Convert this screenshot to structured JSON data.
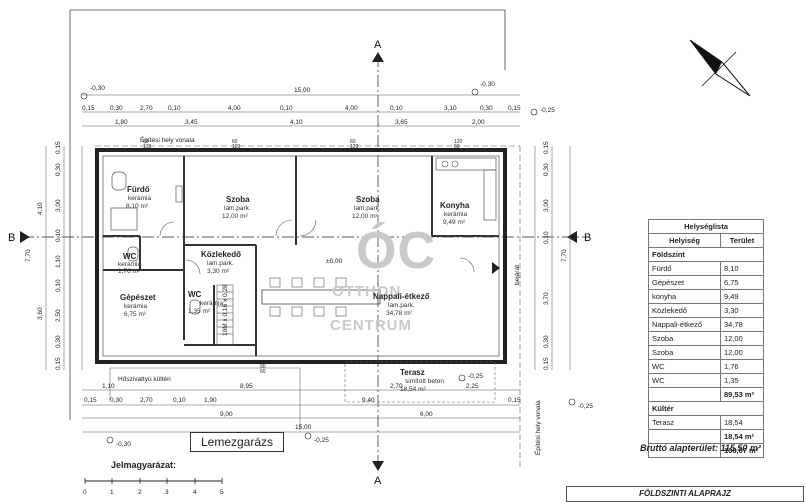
{
  "plan": {
    "building_line_top": "Építési hely vonala",
    "building_line_right": "Építési hely vonala",
    "axis_a": "A",
    "axis_b": "B",
    "watermark_top": "OTTHON",
    "watermark_bottom": "CENTRUM",
    "watermark_mark": "ÓC",
    "entrance": "bejárat",
    "chimney_label": "Hőszivattyú kültéri",
    "level": "±0,00",
    "rooms": [
      {
        "key": "furdo",
        "name": "Fürdő",
        "floor": "kerámia",
        "area": "8,10 m²"
      },
      {
        "key": "szoba1",
        "name": "Szoba",
        "floor": "lam.park.",
        "area": "12,00 m²"
      },
      {
        "key": "szoba2",
        "name": "Szoba",
        "floor": "lam.park.",
        "area": "12,00 m²"
      },
      {
        "key": "konyha",
        "name": "Konyha",
        "floor": "kerámia",
        "area": "9,49 m²"
      },
      {
        "key": "wc1",
        "name": "WC",
        "floor": "kerámia",
        "area": "1,76 m²"
      },
      {
        "key": "kozl",
        "name": "Közlekedő",
        "floor": "lam.park.",
        "area": "3,30 m²"
      },
      {
        "key": "gepeszet",
        "name": "Gépészet",
        "floor": "kerámia",
        "area": "6,75 m²"
      },
      {
        "key": "wc2",
        "name": "WC",
        "floor": "kerámia",
        "area": "1,35 m²"
      },
      {
        "key": "nappali",
        "name": "Nappali-étkező",
        "floor": "lam.park.",
        "area": "34,78 m²"
      },
      {
        "key": "terasz",
        "name": "Terasz",
        "floor": "simított beton",
        "area": "18,54 m²"
      }
    ],
    "dims_top_overall": "15,00",
    "dims_top_row1": [
      "0,15",
      "0,30",
      "2,70",
      "0,10",
      "4,00",
      "0,10",
      "4,00",
      "0,10",
      "3,10",
      "0,30",
      "0,15"
    ],
    "dims_top_row2": [
      "1,80",
      "3,45",
      "4,10",
      "3,65",
      "2,00"
    ],
    "dims_bottom_row1": [
      "1,10",
      "8,95",
      "2,70",
      "2,25"
    ],
    "dims_bottom_row2": [
      "0,15",
      "0,30",
      "2,70",
      "0,10",
      "1,90",
      "9,40",
      "0,15"
    ],
    "dims_bottom_row3": [
      "9,00",
      "6,00"
    ],
    "dims_bottom_overall": "15,00",
    "dims_left_outer": [
      "4,10",
      "3,60"
    ],
    "dims_left_total": "7,70",
    "dims_left_inner": [
      "0,15",
      "0,30",
      "3,00",
      "0,10",
      "1,10",
      "0,10",
      "2,50",
      "0,30",
      "0,15"
    ],
    "dims_right_inner": [
      "0,15",
      "0,30",
      "3,00",
      "0,10",
      "3,70",
      "0,30",
      "0,15"
    ],
    "dims_right_total": "7,70",
    "levels": [
      "-0,30",
      "-0,30",
      "-0,25",
      "-0,25",
      "-0,30",
      "-0,25",
      "-0,25"
    ],
    "window_labels": [
      "60",
      "120",
      "60",
      "120",
      "60",
      "120",
      "120",
      "60",
      "90",
      "60"
    ],
    "stair_label": "19M x 0,16 x 0,28"
  },
  "room_list": {
    "title": "Helységlista",
    "col_room": "Helyiség",
    "col_area": "Terület",
    "group_ground": "Földszint",
    "ground_rows": [
      {
        "name": "Fürdő",
        "area": "8,10"
      },
      {
        "name": "Gépészet",
        "area": "6,75"
      },
      {
        "name": "konyha",
        "area": "9,49"
      },
      {
        "name": "Közlekedő",
        "area": "3,30"
      },
      {
        "name": "Nappali-étkező",
        "area": "34,78"
      },
      {
        "name": "Szoba",
        "area": "12,00"
      },
      {
        "name": "Szoba",
        "area": "12,00"
      },
      {
        "name": "WC",
        "area": "1,76"
      },
      {
        "name": "WC",
        "area": "1,35"
      }
    ],
    "ground_total": "89,53 m²",
    "group_outdoor": "Kültér",
    "outdoor_rows": [
      {
        "name": "Terasz",
        "area": "18,54"
      }
    ],
    "outdoor_total": "18,54 m²",
    "grand_total": "108,07 m²"
  },
  "gross_area": "Bruttó alapterület: 115,50 m²",
  "garage": "Lemezgarázs",
  "legend": {
    "title": "Jelmagyarázat:",
    "scale_ticks": [
      "0",
      "1",
      "2",
      "3",
      "4",
      "5"
    ]
  },
  "title_block": "FÖLDSZINTI ALAPRAJZ"
}
